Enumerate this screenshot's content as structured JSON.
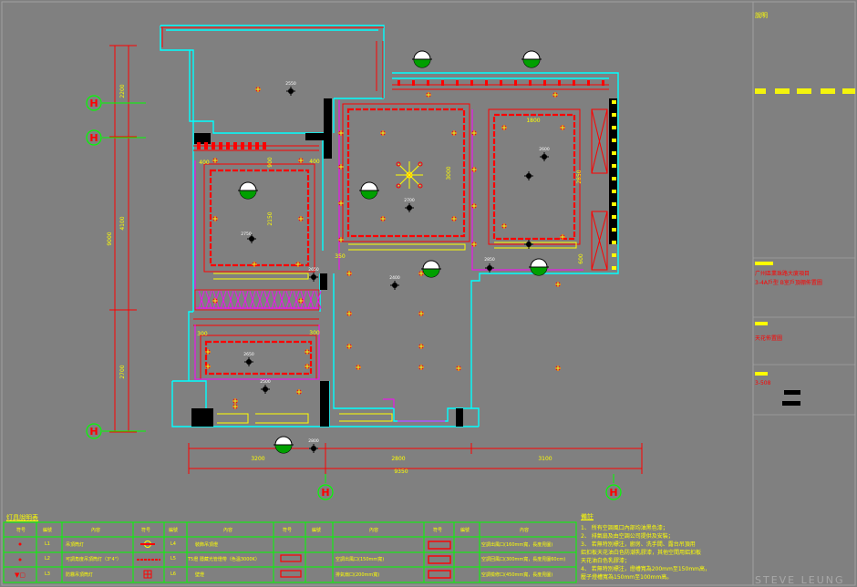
{
  "drawing": {
    "dims_bottom": [
      "3200",
      "2800",
      "3100"
    ],
    "dim_total_bottom": "9350",
    "dims_left": [
      "2200",
      "4100",
      "2700"
    ],
    "dim_total_left": "9000",
    "grid_bubble_label": "H",
    "room_dims": {
      "r1_w": "1800",
      "r2_h": "3000",
      "r3_w": "1800",
      "r3_h": "2850",
      "r1_h": "2150",
      "small_w": "400",
      "small_h": "400",
      "wc_w": "300",
      "wc_w2": "300",
      "h1": "350",
      "h2": "900",
      "h3": "600",
      "ceil_a": "2550",
      "ceil_b": "2750",
      "ceil_c": "2700",
      "ceil_d": "2600",
      "ceil_e": "2400",
      "ceil_f": "2650",
      "ceil_g": "2500",
      "ceil_h": "2800",
      "ceil_i": "2850",
      "ceil_j": "2650"
    }
  },
  "title_block": {
    "header": "說明",
    "project_lines": [
      "广州區業珠路大廈項目",
      "3-4A戶型 B室戶頂棚佈置圖"
    ],
    "drawing_name": "天花佈置圖",
    "drawing_no": "3-508",
    "brand": "STEVE LEUNG"
  },
  "legend": {
    "title": "灯具說明表",
    "headers": [
      "符号",
      "編號",
      "內容"
    ],
    "rows": [
      {
        "code1": "L1",
        "desc1": "吊頂筒灯",
        "code2": "L4",
        "desc2": "裝飾吊頂燈",
        "desc3": "",
        "desc4": "空調出風口(160mm寬，長度見圖)"
      },
      {
        "code1": "L2",
        "desc1": "可調角度吊頂筒灯（3\"4\"）",
        "code2": "L5",
        "desc2": "T5燈 隱藏光管燈帶（色溫3000K）",
        "desc3": "空調出風口(150mm寬)",
        "desc4": "空調回風口(300mm寬，長度見圖60cm)"
      },
      {
        "code1": "L3",
        "desc1": "防霧吊頂筒灯",
        "code2": "L6",
        "desc2": "壁燈",
        "desc3": "排氣扇口(200mm寬)",
        "desc4": "空調檢修口(450mm寬，長度見圖)"
      }
    ]
  },
  "notes": {
    "title": "備註",
    "lines": [
      "1、 所有空調風口內部均油黑色漆；",
      "2、 排氣扇及由空調公司提供及安裝；",
      "3、 若無特別標注，廚房、洗手間、露台吊頂用",
      "     鋁扣板天花油白色防潮乳膠漆，其他空間用鋁扣板",
      "     天花油白色乳膠漆；",
      "4、 若無特別標注，燈槽寬為200mm至150mm高，",
      "     壓子燈槽寬為150mm至100mm高。"
    ]
  },
  "colors": {
    "background": "#808080",
    "wall": "#00ffff",
    "ceiling_red": "#ff0000",
    "dimension": "#ff0000",
    "grid_green": "#00ff00",
    "yellow": "#ffff00",
    "magenta": "#ff00ff",
    "white": "#ffffff"
  }
}
